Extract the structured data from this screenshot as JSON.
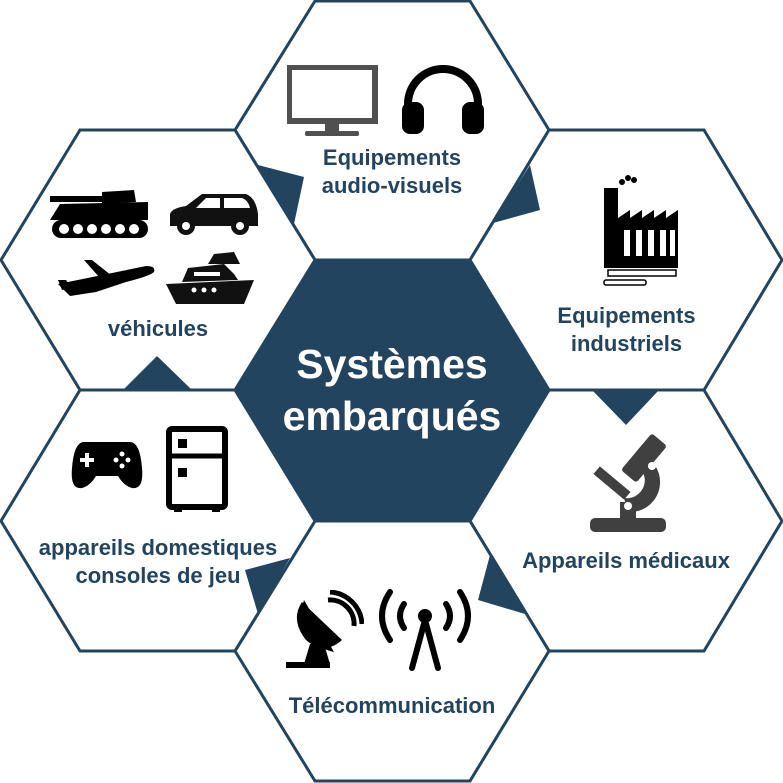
{
  "colors": {
    "accent": "#23445f",
    "icon": "#000000",
    "icon_gray": "#404040"
  },
  "center": {
    "line1": "Systèmes",
    "line2": "embarqués"
  },
  "segments": {
    "top": {
      "line1": "Equipements",
      "line2": "audio-visuels",
      "icons": [
        "monitor-icon",
        "headphones-icon"
      ]
    },
    "top_right": {
      "line1": "Equipements",
      "line2": "industriels",
      "icons": [
        "factory-icon"
      ]
    },
    "bottom_right": {
      "line1": "Appareils médicaux",
      "icons": [
        "microscope-icon"
      ]
    },
    "bottom": {
      "line1": "Télécommunication",
      "icons": [
        "satellite-dish-icon",
        "antenna-icon"
      ]
    },
    "bottom_left": {
      "line1": "appareils domestiques",
      "line2": "consoles de jeu",
      "icons": [
        "gamepad-icon",
        "fridge-icon"
      ]
    },
    "top_left": {
      "line1": "véhicules",
      "icons": [
        "tank-icon",
        "car-icon",
        "airplane-icon",
        "ship-icon"
      ]
    }
  }
}
